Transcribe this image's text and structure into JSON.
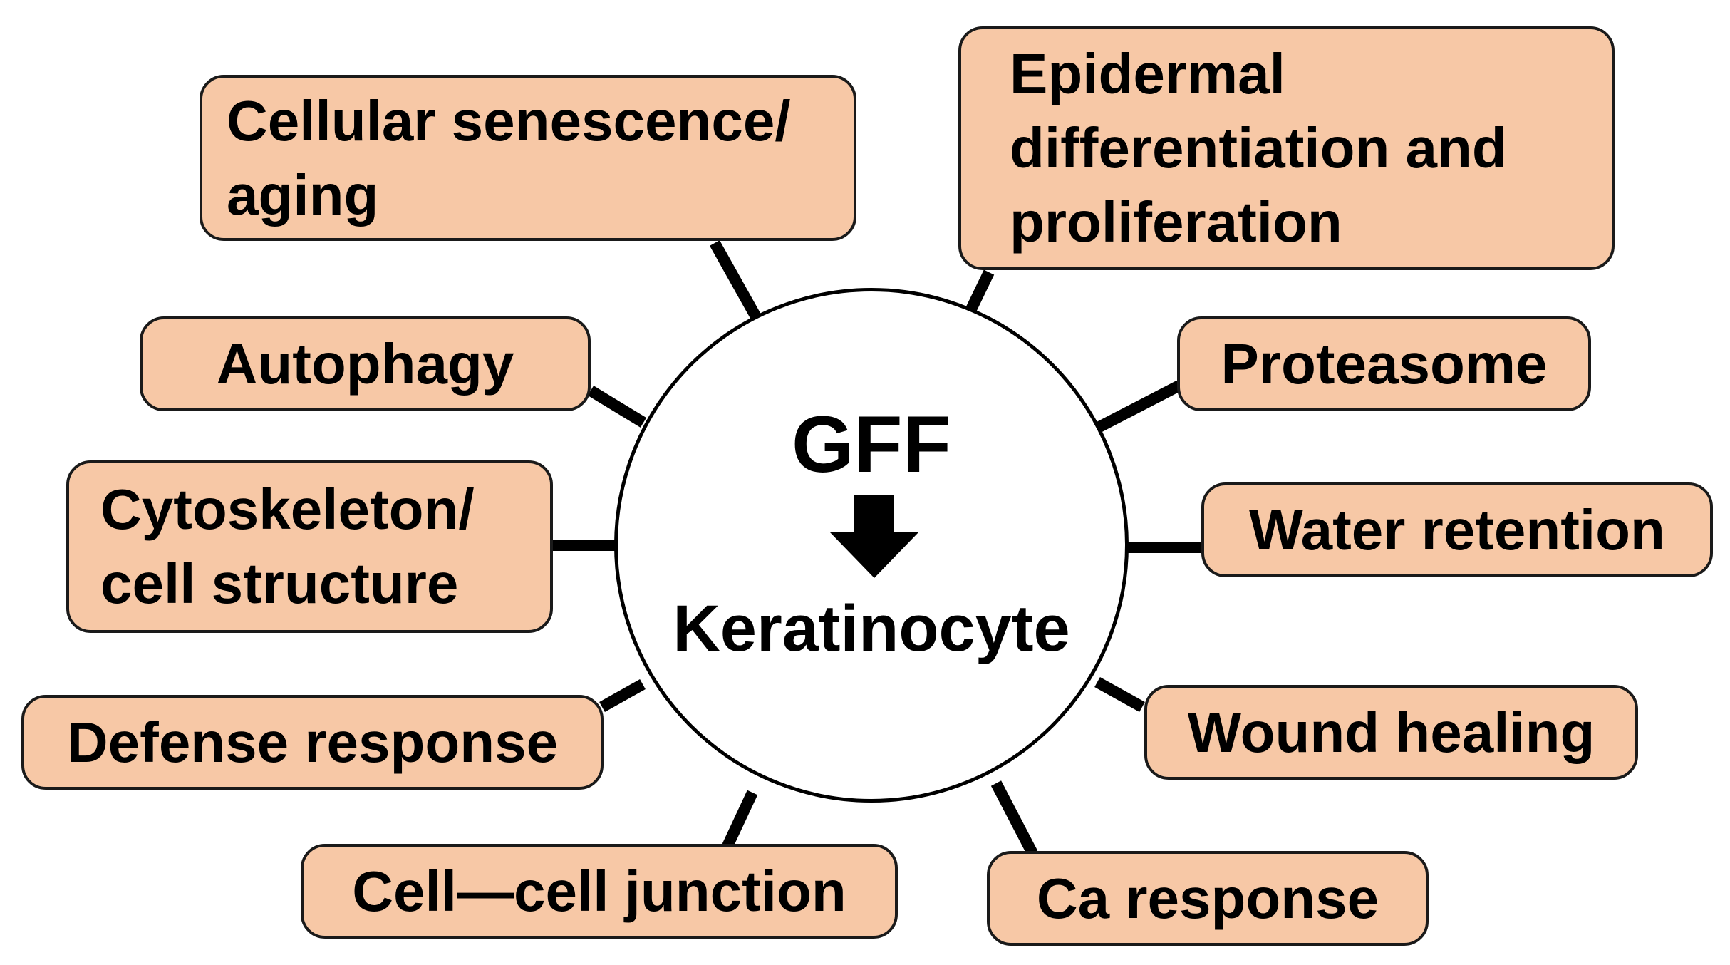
{
  "hub": {
    "title": "GFF",
    "arrow_icon": "down-arrow-icon",
    "subtitle": "Keratinocyte"
  },
  "nodes": {
    "senescence": {
      "line1": "Cellular senescence/",
      "line2": "aging"
    },
    "epidermal": {
      "line1": "Epidermal",
      "line2": "differentiation and",
      "line3": "proliferation"
    },
    "autophagy": {
      "label": "Autophagy"
    },
    "proteasome": {
      "label": "Proteasome"
    },
    "cytoskeleton": {
      "line1": "Cytoskeleton/",
      "line2": "cell structure"
    },
    "water": {
      "label": "Water retention"
    },
    "defense": {
      "label": "Defense response"
    },
    "wound": {
      "label": "Wound healing"
    },
    "junction": {
      "label": "Cell—cell junction"
    },
    "calcium": {
      "label": "Ca response"
    }
  },
  "colors": {
    "node_fill": "#f7c8a6",
    "stroke": "#000000",
    "background": "#ffffff"
  }
}
